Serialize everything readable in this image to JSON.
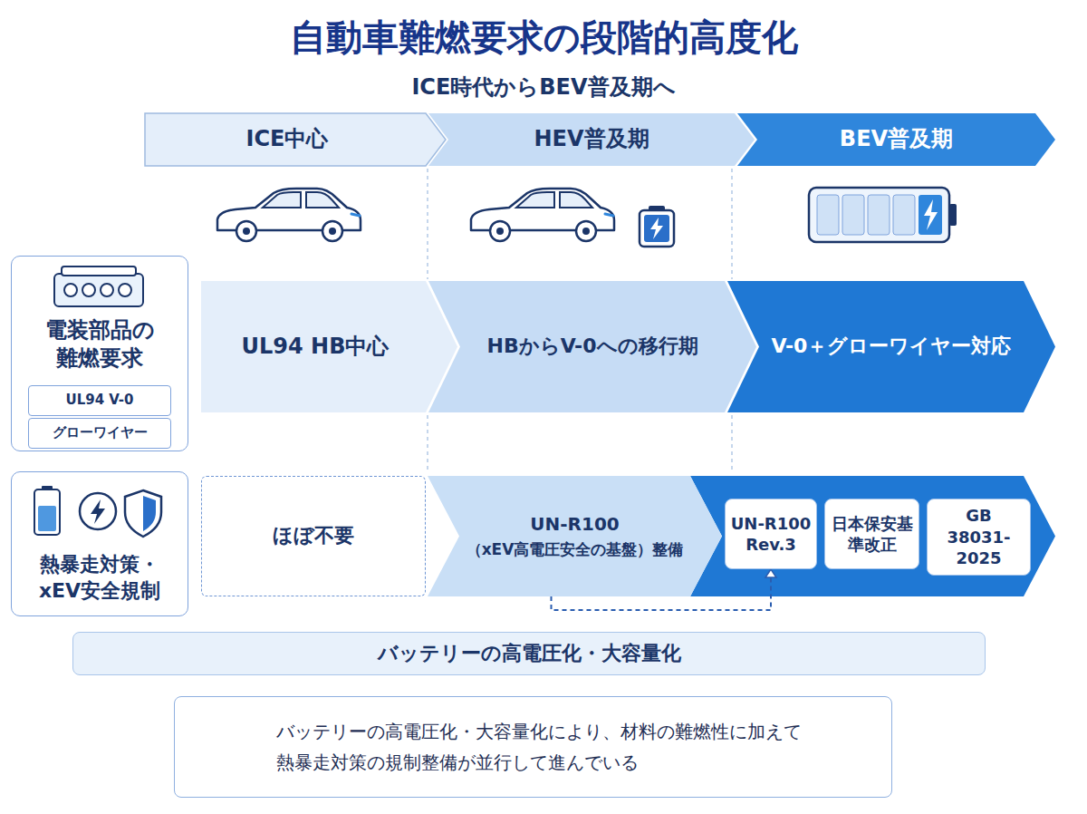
{
  "diagram": {
    "title": "自動車難燃要求の段階的高度化",
    "nodes": [
      {
        "text": [
          "ICE中心"
        ]
      },
      {
        "text": [
          "HEV普及期"
        ]
      },
      {
        "text": [
          "BEV普及期"
        ]
      },
      {
        "text": [
          "電装部品の難燃要求"
        ]
      },
      {
        "text": [
          "UL94 V-0"
        ],
        "in": 3
      },
      {
        "text": [
          "グローワイヤー"
        ],
        "in": 3
      },
      {
        "text": [
          "UL94 HB中心"
        ]
      },
      {
        "text": [
          "HBからV-0への移行期"
        ]
      },
      {
        "text": [
          "V-0＋グローワイヤー対応"
        ]
      },
      {
        "text": [
          "熱暴走対策・xEV安全規制"
        ]
      },
      {
        "text": [
          "ほぼ不要"
        ]
      },
      {
        "text": [
          "UN-R100",
          "（xEV高電圧安全の基盤）整備"
        ]
      },
      {
        "text": [
          "UN-R100 Rev.3"
        ]
      },
      {
        "text": [
          "日本保安基準改正"
        ]
      },
      {
        "text": [
          "GB 38031-2025"
        ]
      },
      {
        "text": [
          "バッテリーの高電圧化・大容量化"
        ]
      },
      {
        "text": [
          "バッテリーの高電圧化・大容量化により、材料の難燃性に加えて 熱暴走対策の規制整備が並行して進んでいる"
        ]
      }
    ],
    "edges": [
      {
        "from": 11,
        "to": 12,
        "arrow": "to"
      }
    ],
    "labels": [
      "ICE時代からBEV普及期へ"
    ]
  }
}
